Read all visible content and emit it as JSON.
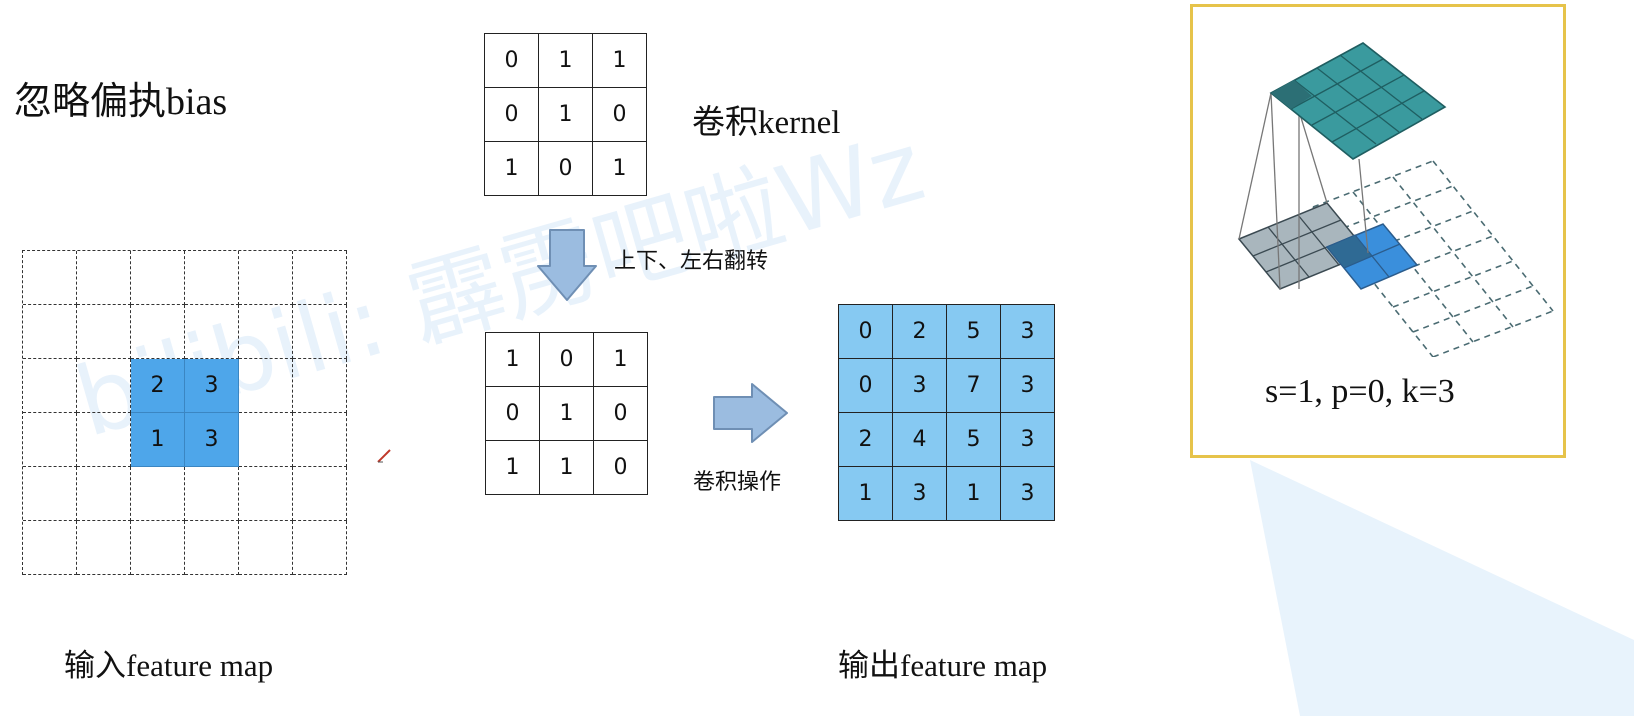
{
  "ignore_bias_label": "忽略偏执bias",
  "kernel_label": "卷积kernel",
  "flip_label": "上下、左右翻转",
  "conv_op_label": "卷积操作",
  "input_label": "输入feature map",
  "output_label": "输出feature map",
  "watermark": "bilibili: 霹雳吧啦Wz",
  "anim_caption": "s=1, p=0, k=3",
  "kernel": [
    [
      0,
      1,
      1
    ],
    [
      0,
      1,
      0
    ],
    [
      1,
      0,
      1
    ]
  ],
  "flipped_kernel": [
    [
      1,
      0,
      1
    ],
    [
      0,
      1,
      0
    ],
    [
      1,
      1,
      0
    ]
  ],
  "input_map": [
    [
      "",
      "",
      "",
      "",
      "",
      ""
    ],
    [
      "",
      "",
      "",
      "",
      "",
      ""
    ],
    [
      "",
      "",
      "2",
      "3",
      "",
      ""
    ],
    [
      "",
      "",
      "1",
      "3",
      "",
      ""
    ],
    [
      "",
      "",
      "",
      "",
      "",
      ""
    ],
    [
      "",
      "",
      "",
      "",
      "",
      ""
    ]
  ],
  "output_map": [
    [
      0,
      2,
      5,
      3
    ],
    [
      0,
      3,
      7,
      3
    ],
    [
      2,
      4,
      5,
      3
    ],
    [
      1,
      3,
      1,
      3
    ]
  ],
  "colors": {
    "input_fill": "#4ea6ea",
    "output_fill": "#86c9f2",
    "arrow": "#9bbce0",
    "frame": "#e6c34a",
    "teal": "#3a9a9e"
  }
}
